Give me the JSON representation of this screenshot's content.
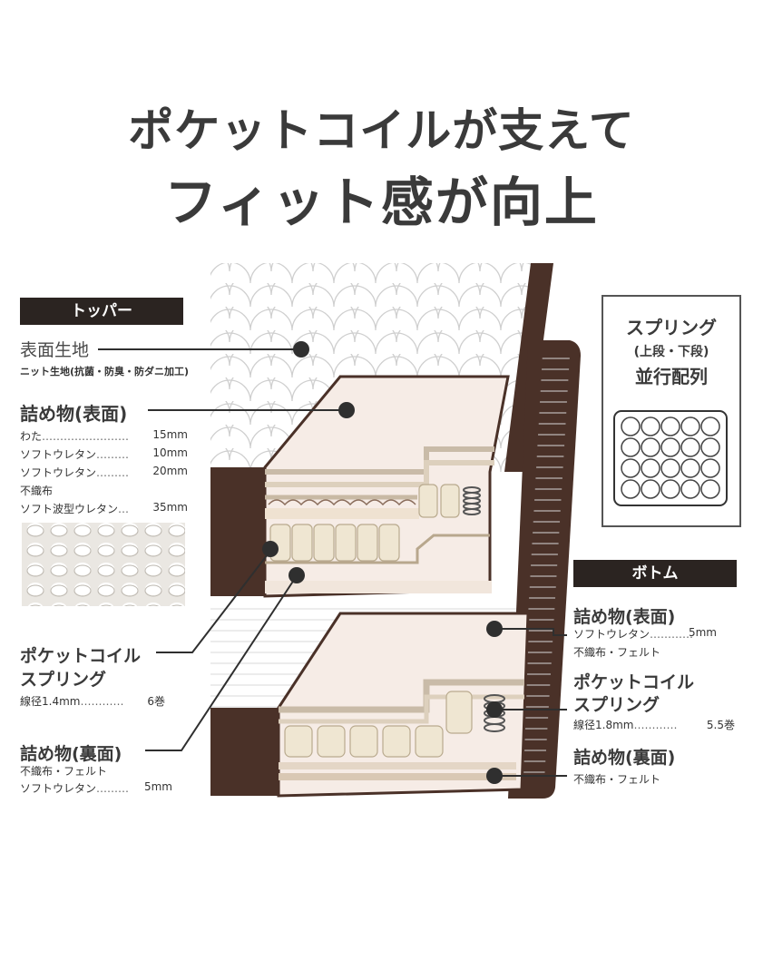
{
  "title": {
    "line1": "ポケットコイルが支えて",
    "line2": "フィット感が向上"
  },
  "topper": {
    "badge": "トッパー",
    "surface": {
      "label": "表面生地",
      "detail": "ニット生地(抗菌・防臭・防ダニ加工)"
    },
    "filling_top": {
      "label": "詰め物(表面)",
      "rows": [
        {
          "name": "わた",
          "dots": "……………………",
          "value": "15mm"
        },
        {
          "name": "ソフトウレタン",
          "dots": "………",
          "value": "10mm"
        },
        {
          "name": "ソフトウレタン",
          "dots": "………",
          "value": "20mm"
        },
        {
          "name": "不織布",
          "dots": "",
          "value": ""
        },
        {
          "name": "ソフト波型ウレタン",
          "dots": "…",
          "value": "35mm"
        }
      ]
    },
    "coil": {
      "label1": "ポケットコイル",
      "label2": "スプリング",
      "detail_name": "線径1.4mm",
      "detail_dots": "…………",
      "detail_value": "6巻"
    },
    "filling_bottom": {
      "label": "詰め物(裏面)",
      "row1": "不織布・フェルト",
      "row2_name": "ソフトウレタン",
      "row2_dots": "………",
      "row2_value": "5mm"
    }
  },
  "spring_box": {
    "line1": "スプリング",
    "line2": "(上段・下段)",
    "line3": "並行配列",
    "grid_rows": 4,
    "grid_cols": 5
  },
  "bottom": {
    "badge": "ボトム",
    "filling_top": {
      "label": "詰め物(表面)",
      "row1_name": "ソフトウレタン",
      "row1_dots": "…………",
      "row1_value": "5mm",
      "row2": "不織布・フェルト"
    },
    "coil": {
      "label1": "ポケットコイル",
      "label2": "スプリング",
      "detail_name": "線径1.8mm",
      "detail_dots": "…………",
      "detail_value": "5.5巻"
    },
    "filling_bottom": {
      "label": "詰め物(裏面)",
      "row1": "不織布・フェルト"
    }
  },
  "colors": {
    "frame": "#4a3128",
    "cushion": "#f6ece6",
    "coil": "#efe6d2",
    "badge": "#2b2421"
  }
}
